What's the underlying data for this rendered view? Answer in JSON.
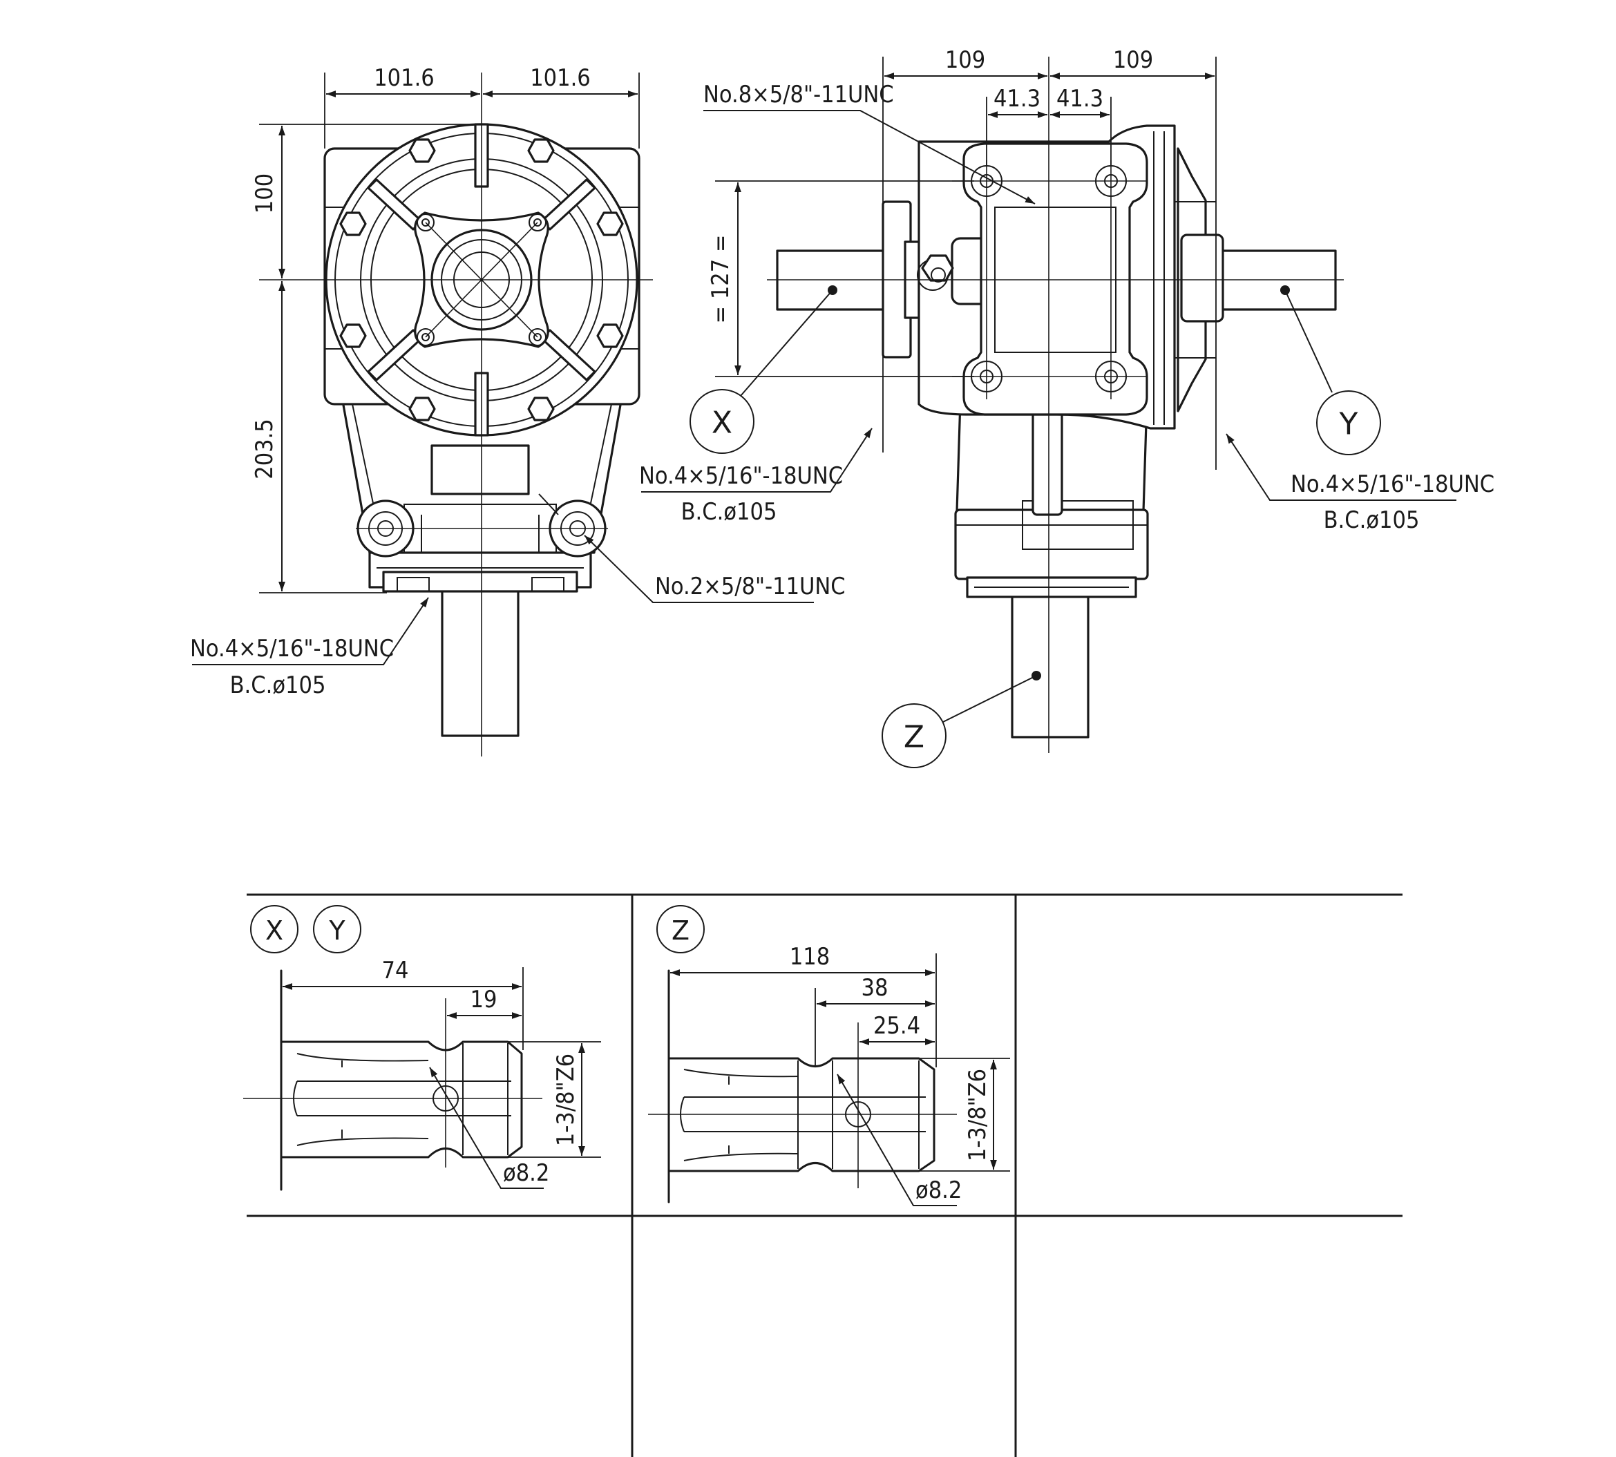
{
  "front_view": {
    "dim_half_width_left": "101.6",
    "dim_half_width_right": "101.6",
    "dim_top": "100",
    "dim_bottom": "203.5",
    "note_bottom_flange_thread": "No.4×5/16\"-18UNC",
    "note_bottom_flange_bc": "B.C.ø105",
    "note_foot_holes": "No.2×5/8\"-11UNC"
  },
  "side_view": {
    "dim_half_left": "109",
    "dim_half_right": "109",
    "dim_hole_left": "41.3",
    "dim_hole_right": "41.3",
    "dim_hole_pitch": "= 127 =",
    "note_mount_holes": "No.8×5/8\"-11UNC",
    "note_left_flange_thread": "No.4×5/16\"-18UNC",
    "note_left_flange_bc": "B.C.ø105",
    "note_right_flange_thread": "No.4×5/16\"-18UNC",
    "note_right_flange_bc": "B.C.ø105",
    "callout_left_shaft": "X",
    "callout_right_shaft": "Y",
    "callout_bottom_shaft": "Z"
  },
  "shaft_table": {
    "xy": {
      "callouts": [
        "X",
        "Y"
      ],
      "length": "74",
      "pin_offset": "19",
      "spline": "1-3/8\"Z6",
      "pin_hole": "ø8.2"
    },
    "z": {
      "callouts": [
        "Z"
      ],
      "length": "118",
      "groove_offset": "38",
      "pin_offset": "25.4",
      "spline": "1-3/8\"Z6",
      "pin_hole": "ø8.2"
    }
  }
}
